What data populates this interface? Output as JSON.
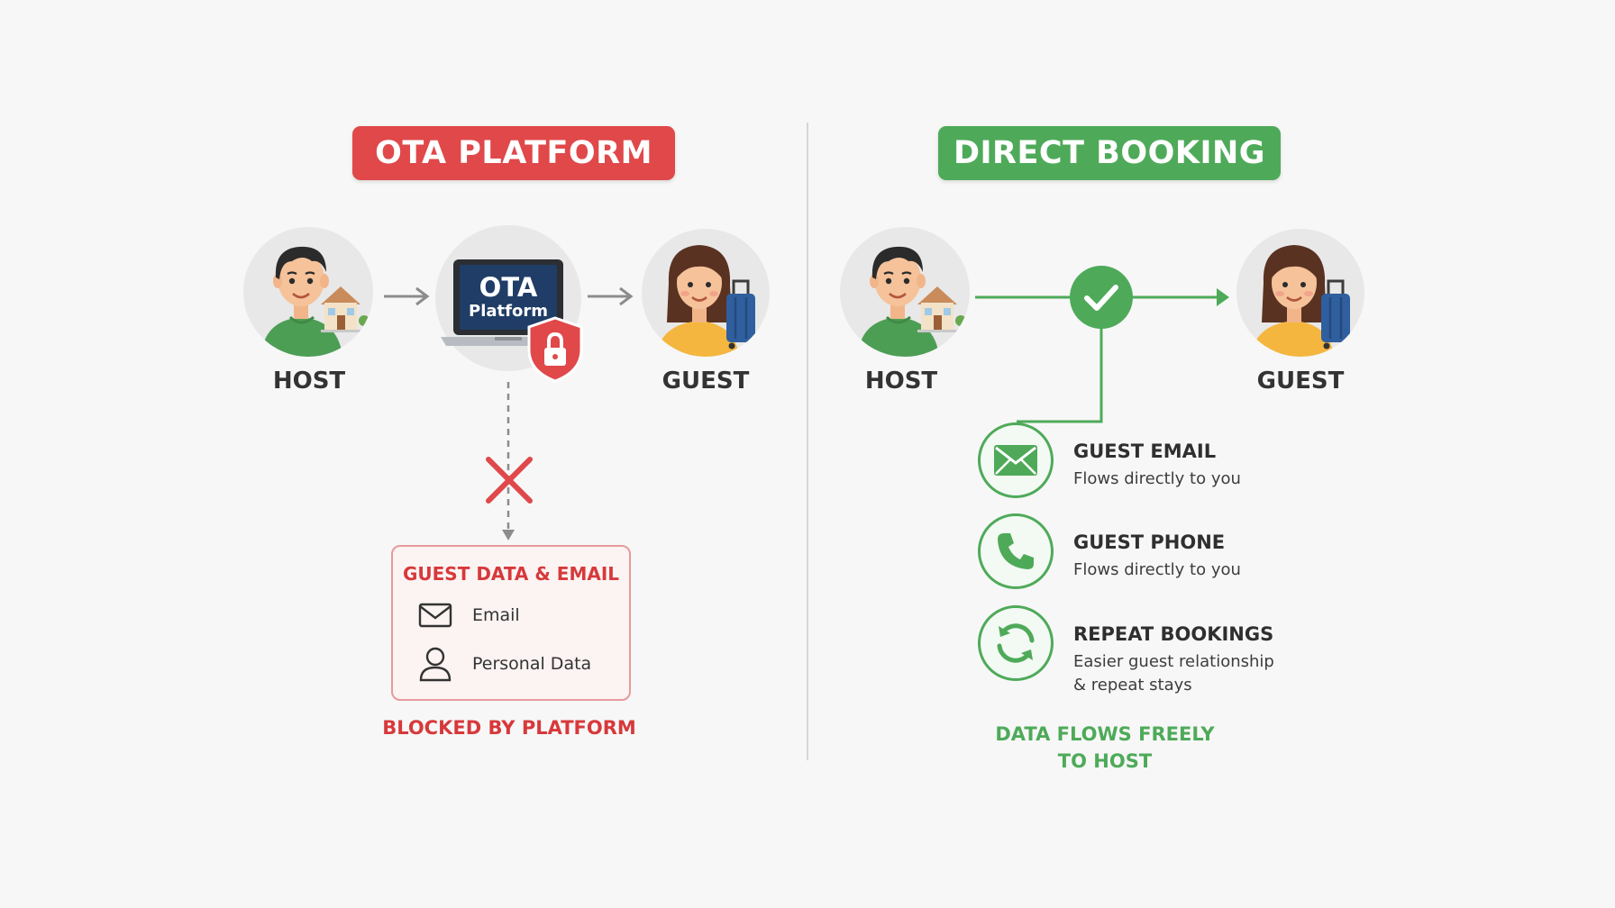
{
  "ota_section": {
    "banner": "OTA PLATFORM",
    "host_label": "HOST",
    "guest_label": "GUEST",
    "platform_line1": "OTA",
    "platform_line2": "Platform",
    "blocked_box": {
      "title": "GUEST DATA & EMAIL",
      "items": [
        {
          "label": "Email",
          "icon": "envelope-icon"
        },
        {
          "label": "Personal Data",
          "icon": "person-icon"
        }
      ]
    },
    "caption": "BLOCKED BY PLATFORM"
  },
  "direct_section": {
    "banner": "DIRECT BOOKING",
    "host_label": "HOST",
    "guest_label": "GUEST",
    "features": [
      {
        "title": "GUEST EMAIL",
        "desc": "Flows directly to you",
        "icon": "envelope-icon"
      },
      {
        "title": "GUEST PHONE",
        "desc": "Flows directly to you",
        "icon": "phone-icon"
      },
      {
        "title": "REPEAT BOOKINGS",
        "desc": "Easier guest relationship & repeat stays",
        "icon": "refresh-icon"
      }
    ],
    "caption_line1": "DATA FLOWS FREELY",
    "caption_line2": "TO HOST"
  },
  "colors": {
    "red": "#e0484a",
    "green": "#4eaa59",
    "text": "#333333"
  }
}
